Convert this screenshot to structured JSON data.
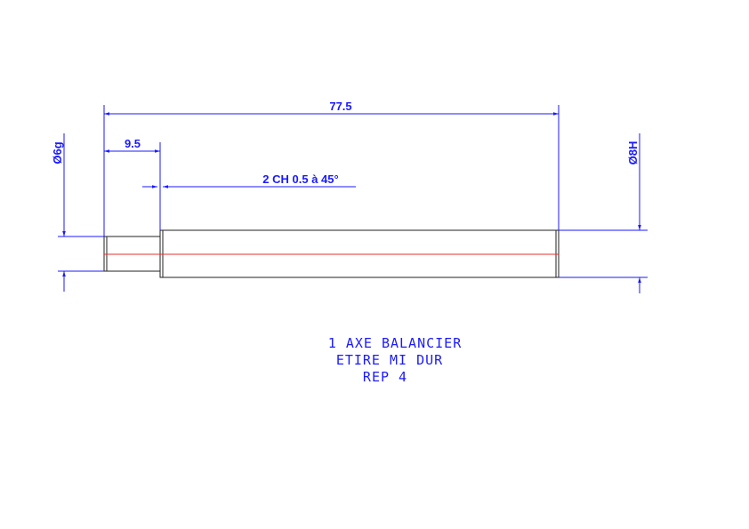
{
  "colors": {
    "dimension": "#1a1aff",
    "outline": "#222222",
    "centerline": "#e53030",
    "title": "#1a1aff",
    "background": "#ffffff"
  },
  "dimensions": {
    "overall_length": "77.5",
    "shoulder_length": "9.5",
    "chamfer": "2 CH 0.5 à 45°",
    "small_diameter": "Ø6g",
    "large_diameter": "Ø8H"
  },
  "title_block": {
    "line1": "1 AXE BALANCIER",
    "line2": "ETIRE MI DUR",
    "line3": "REP 4"
  }
}
